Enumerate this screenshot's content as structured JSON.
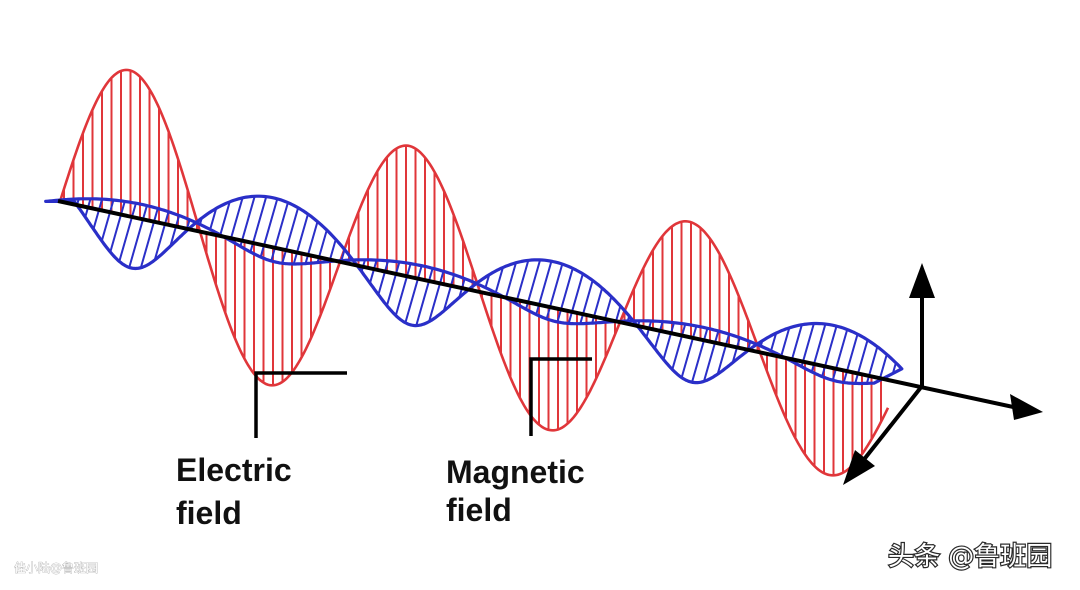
{
  "labels": {
    "electric_line1": "Electric",
    "electric_line2": "field",
    "magnetic_line1": "Magnetic",
    "magnetic_line2": "field"
  },
  "watermarks": {
    "bottom_left": "佳小陆@鲁班园",
    "bottom_right": "头条 @鲁班园"
  },
  "colors": {
    "electric": "#e0363a",
    "magnetic": "#2a2fc8",
    "axis": "#000000",
    "background": "#ffffff"
  }
}
